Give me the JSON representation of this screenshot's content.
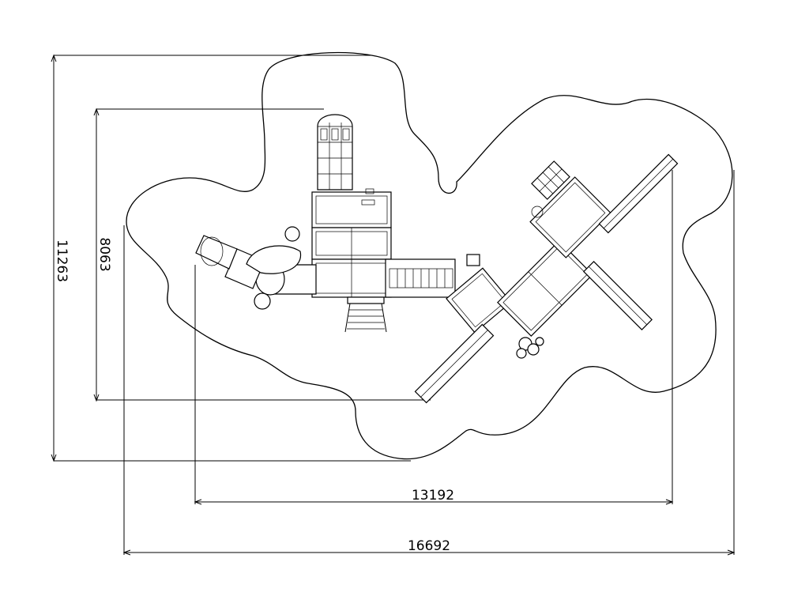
{
  "dimensions": {
    "overall_width": "16692",
    "inner_width": "13192",
    "overall_height": "11263",
    "inner_height": "8063"
  },
  "colors": {
    "line": "#000000",
    "background": "#ffffff"
  }
}
